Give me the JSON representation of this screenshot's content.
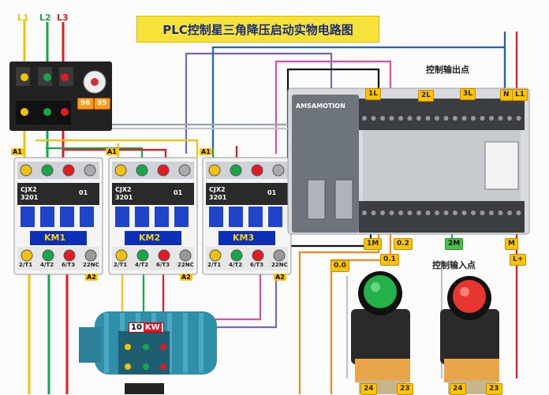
{
  "title": "PLC控制星三角降压启动实物电路图",
  "phases": [
    "L1",
    "L2",
    "L3"
  ],
  "relay_terminals": [
    "96",
    "95"
  ],
  "contactor": {
    "model_line1": "CJX2",
    "model_line2": "3201",
    "aux": "01",
    "units": [
      "KM1",
      "KM2",
      "KM3"
    ],
    "bottom_terminals": [
      "2/T1",
      "4/T2",
      "6/T3",
      "22NC"
    ],
    "coil_labels": [
      "A1",
      "A2"
    ]
  },
  "plc": {
    "brand": "AMSAMOTION",
    "output_label": "控制输出点",
    "input_label": "控制输入点",
    "out_terminals": [
      "1L",
      "2L",
      "3L",
      "N",
      "L1"
    ],
    "in_terminals": [
      "1M",
      "2M",
      "M",
      "L+"
    ],
    "in_points": [
      "0.0",
      "0.1",
      "0.2"
    ]
  },
  "motor": {
    "power": "10",
    "unit": "KW"
  },
  "buttons": {
    "terminals": [
      "24",
      "23"
    ]
  },
  "colors": {
    "l1": "#f0c20c",
    "l2": "#19a64a",
    "l3": "#e01b24",
    "blue": "#1f5fd1",
    "black": "#111111",
    "pink": "#d94fb0",
    "orange": "#f08a1c",
    "violet": "#7a66b8"
  }
}
